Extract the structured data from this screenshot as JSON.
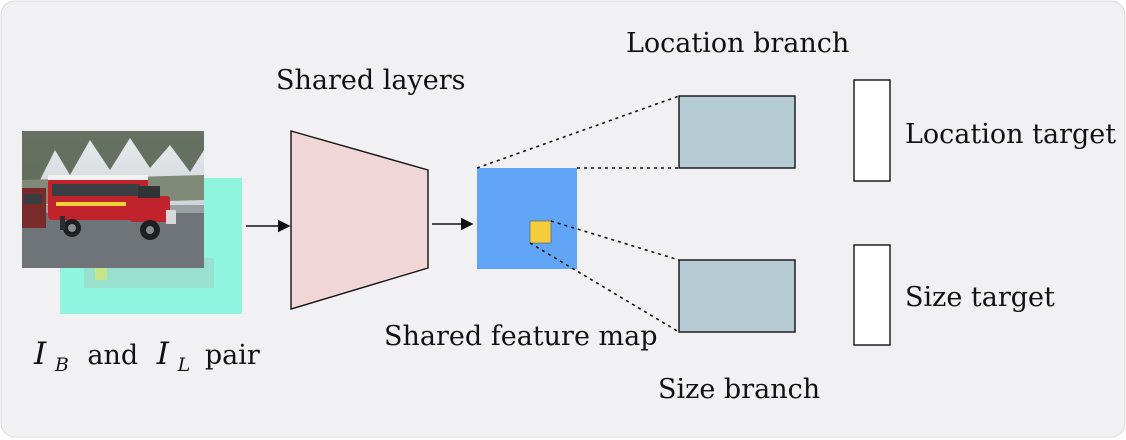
{
  "diagram": {
    "labels": {
      "shared_layers": "Shared layers",
      "location_branch": "Location branch",
      "location_target": "Location target",
      "size_target": "Size target",
      "shared_feature_map": "Shared feature map",
      "size_branch": "Size branch",
      "pair_caption": {
        "i_letter": "I",
        "b_sub": "B",
        "and": "and",
        "l_sub": "L",
        "pair": "pair"
      }
    },
    "colors": {
      "background": "#f1f1f3",
      "image_backing": "#8ff5de",
      "trapezoid": "#f0d6d6",
      "feature_map": "#61a6f6",
      "highlight_cell": "#f4cd3d",
      "branch_box": "#b6ccd5",
      "target_box": "#ffffff",
      "line": "#111111"
    }
  }
}
